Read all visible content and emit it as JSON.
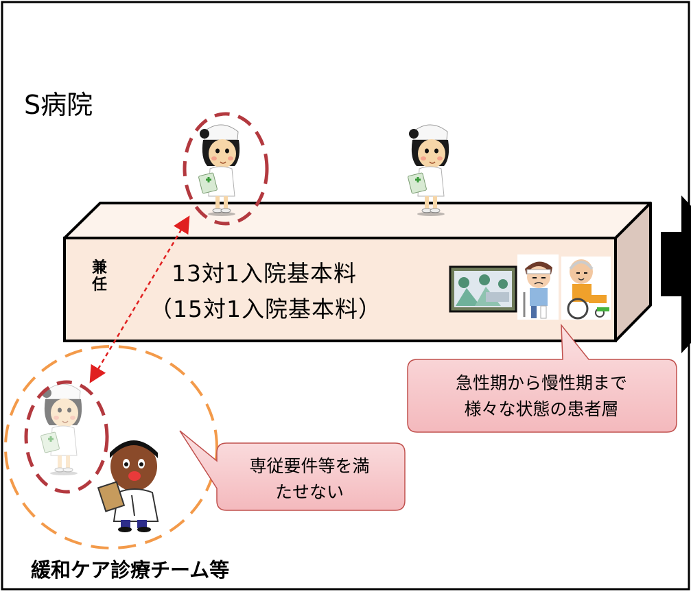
{
  "title": "S病院",
  "ward": {
    "kanji": "兼任",
    "line1": "13対1入院基本料",
    "line2": "（15対1入院基本料）"
  },
  "callout_patients": {
    "line1": "急性期から慢性期まで",
    "line2": "様々な状態の患者層"
  },
  "callout_requirements": {
    "line1": "専従要件等を満",
    "line2": "たせない"
  },
  "team_label": "緩和ケア診療チーム等",
  "colors": {
    "frame": "#000000",
    "box_front": "#fbe9dc",
    "box_top": "#fdf3ec",
    "box_side": "#dcc7bd",
    "callout_fill": "#f6c9cc",
    "callout_border": "#c0504d",
    "red_dashed": "#b3393f",
    "orange_dashed": "#f39a4a",
    "arrow": "#e02020"
  },
  "icons": [
    "nurse-icon",
    "doctor-icon",
    "surgery-photo-icon",
    "injured-patient-icon",
    "elderly-wheelchair-icon",
    "forward-arrow-icon"
  ]
}
